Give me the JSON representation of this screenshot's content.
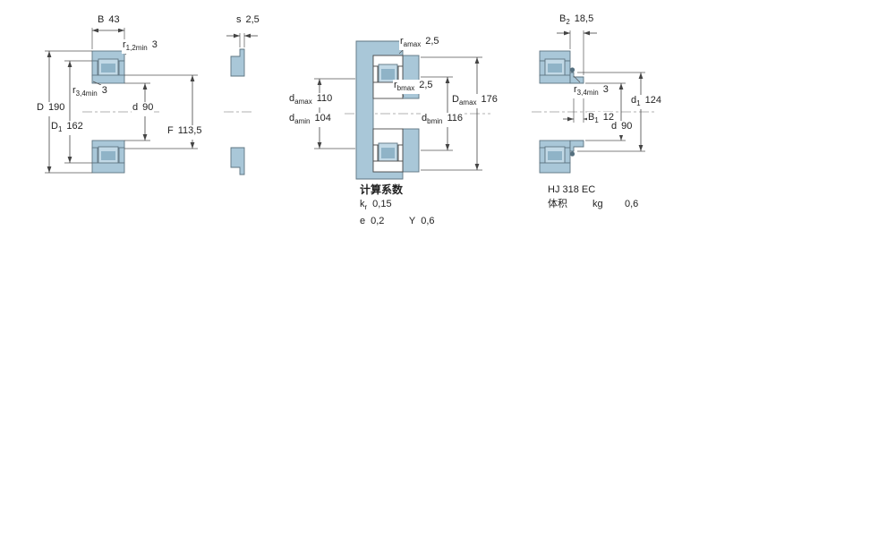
{
  "dims": {
    "B": {
      "sym": "B",
      "sub": "",
      "val": "43"
    },
    "r12min": {
      "sym": "r",
      "sub": "1,2min",
      "val": "3"
    },
    "r34min_left": {
      "sym": "r",
      "sub": "3,4min",
      "val": "3"
    },
    "D": {
      "sym": "D",
      "sub": "",
      "val": "190"
    },
    "D1": {
      "sym": "D",
      "sub": "1",
      "val": "162"
    },
    "d_left": {
      "sym": "d",
      "sub": "",
      "val": "90"
    },
    "F": {
      "sym": "F",
      "sub": "",
      "val": "113,5"
    },
    "s": {
      "sym": "s",
      "sub": "",
      "val": "2,5"
    },
    "ramax": {
      "sym": "r",
      "sub": "amax",
      "val": "2,5"
    },
    "rbmax": {
      "sym": "r",
      "sub": "bmax",
      "val": "2,5"
    },
    "damax": {
      "sym": "d",
      "sub": "amax",
      "val": "110"
    },
    "damin": {
      "sym": "d",
      "sub": "amin",
      "val": "104"
    },
    "Damax": {
      "sym": "D",
      "sub": "amax",
      "val": "176"
    },
    "dbmin": {
      "sym": "d",
      "sub": "bmin",
      "val": "116"
    },
    "B2": {
      "sym": "B",
      "sub": "2",
      "val": "18,5"
    },
    "r34min_right": {
      "sym": "r",
      "sub": "3,4min",
      "val": "3"
    },
    "B1": {
      "sym": "B",
      "sub": "1",
      "val": "12"
    },
    "d1": {
      "sym": "d",
      "sub": "1",
      "val": "124"
    },
    "d_right": {
      "sym": "d",
      "sub": "",
      "val": "90"
    }
  },
  "calculation_factors": {
    "title": "计算系数",
    "kr": {
      "sym": "k",
      "sub": "r",
      "val": "0,15"
    },
    "e": {
      "sym": "e",
      "sub": "",
      "val": "0,2"
    },
    "Y": {
      "sym": "Y",
      "sub": "",
      "val": "0,6"
    }
  },
  "angle_ring": {
    "designation": "HJ 318 EC",
    "mass_label": "体积",
    "mass_unit": "kg",
    "mass_value": "0,6"
  },
  "colors": {
    "steel_fill": "#a9c7d8",
    "roller_fill": "#c2d9e6",
    "roller_core": "#8fb3c7",
    "outline": "#5e7482",
    "dimension_line": "#444444",
    "text": "#222222",
    "background": "#ffffff"
  }
}
